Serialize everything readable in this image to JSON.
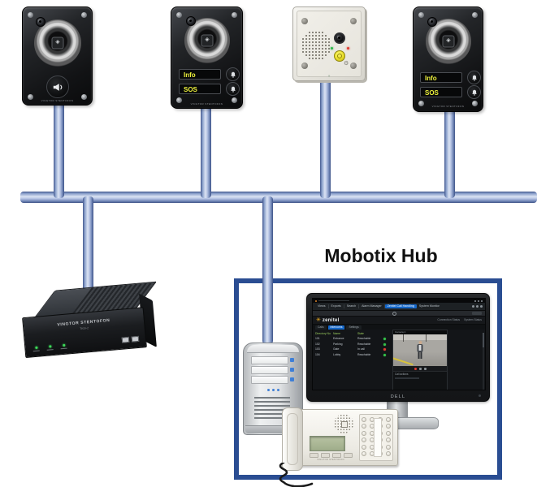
{
  "colors": {
    "pipe": "#9db1d9",
    "hub_border": "#2a4d92",
    "call_label_yellow": "#eef23c",
    "led_green": "#35c24a",
    "led_red": "#e03c31",
    "active_tab_blue": "#1467c9",
    "brand_yellow": "#f4b223"
  },
  "hub": {
    "title": "Mobotix Hub"
  },
  "icons": {
    "zenitel_star": "✳",
    "gear": "⚙",
    "chip_glyph": "◈"
  },
  "stations": {
    "brand_plate": "VINGTOR STENTOFON",
    "info_sos": {
      "rows": [
        {
          "label": "Info"
        },
        {
          "label": "SOS"
        }
      ]
    }
  },
  "controller": {
    "brand": "VINGTOR STENTOFON",
    "model": "TKIS-2"
  },
  "monitor": {
    "brand": "DELL"
  },
  "phone": {
    "brand": "VINGTOR STENTOFON"
  },
  "screen": {
    "menu": {
      "items": [
        "Views",
        "Exports",
        "Search",
        "Alarm Manager",
        "Zenitel Call Handling",
        "System Monitor"
      ]
    },
    "brand": "zenitel",
    "status_links": [
      "Connection Status",
      "System Status"
    ],
    "tabs": [
      "Calls",
      "Intercoms",
      "Settings"
    ],
    "table": {
      "headers": [
        "Directory No",
        "Name",
        "State"
      ],
      "rows": [
        {
          "no": "101",
          "name": "Entrance",
          "state": "Reachable",
          "status": "green"
        },
        {
          "no": "102",
          "name": "Parking",
          "state": "Reachable",
          "status": "green"
        },
        {
          "no": "103",
          "name": "Gate",
          "state": "In call",
          "status": "red"
        },
        {
          "no": "104",
          "name": "Lobby",
          "state": "Reachable",
          "status": "green"
        }
      ]
    },
    "video": {
      "title": "Camera 1",
      "call_panel": "Call actions"
    }
  }
}
